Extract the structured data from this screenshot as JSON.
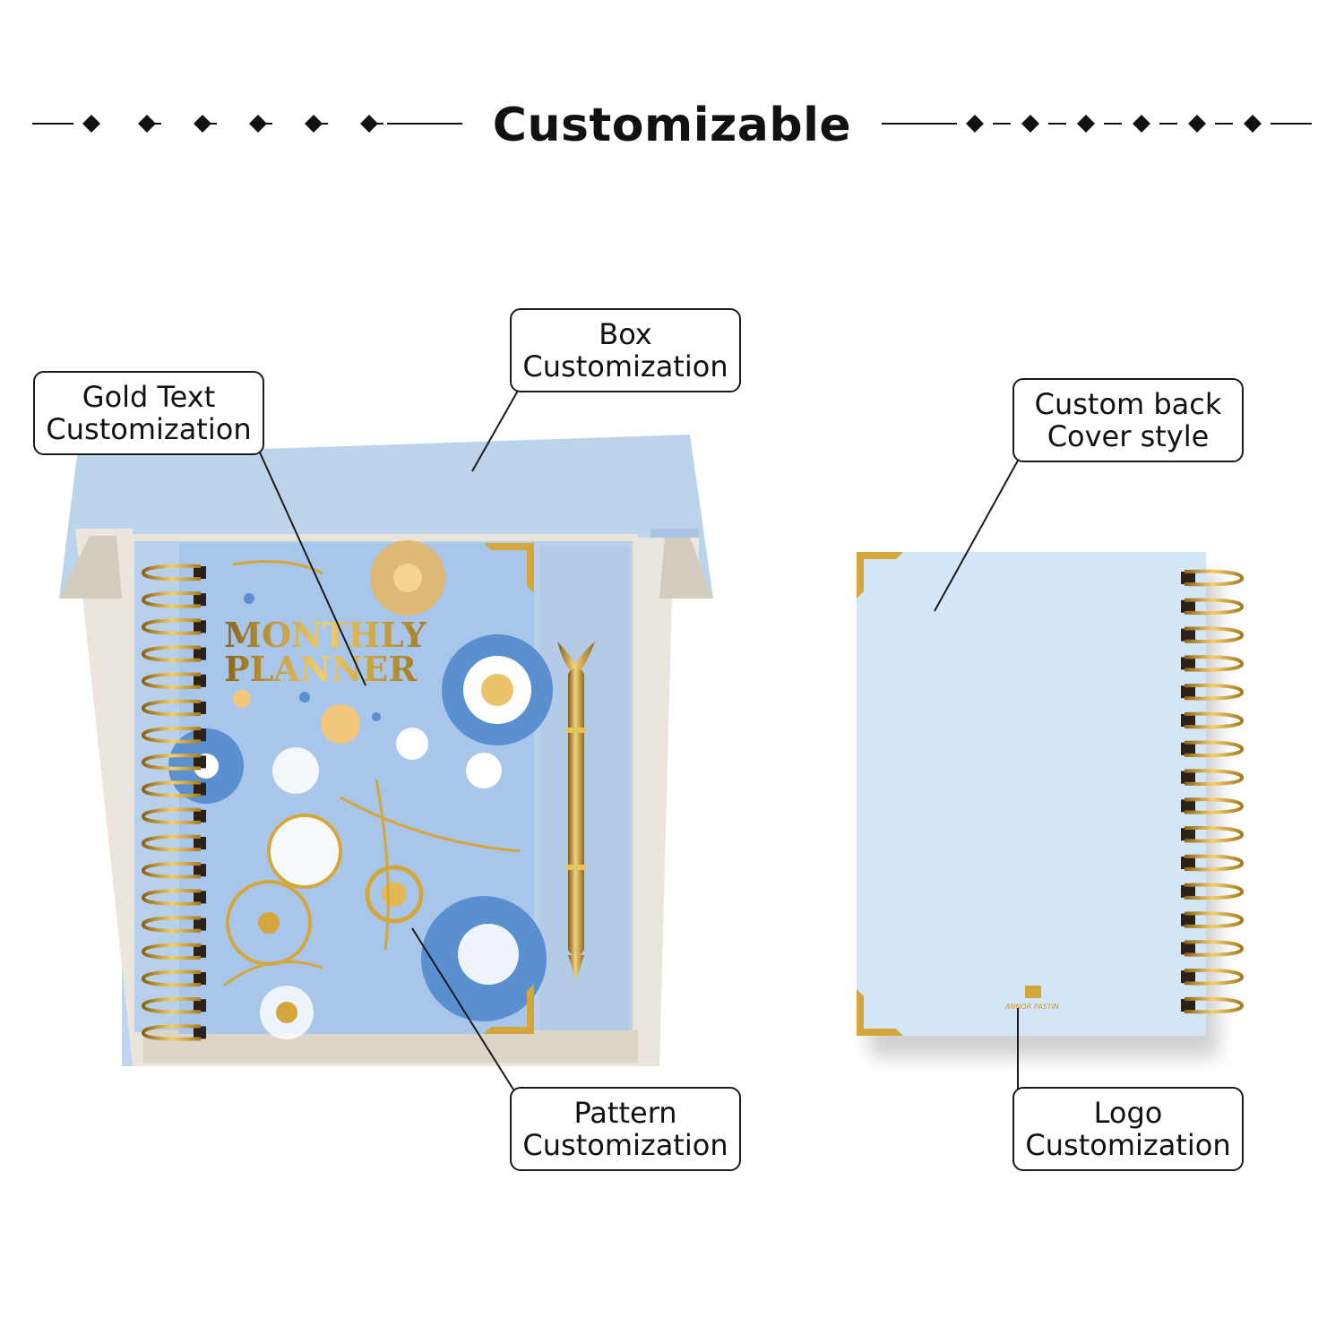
{
  "heading": "Customizable",
  "callouts": {
    "gold_text": [
      "Gold Text",
      "Customization"
    ],
    "box": [
      "Box",
      "Customization"
    ],
    "back_cover": [
      "Custom back",
      "Cover style"
    ],
    "pattern": [
      "Pattern",
      "Customization"
    ],
    "logo": [
      "Logo",
      "Customization"
    ]
  },
  "planner": {
    "title_line1": "MONTHLY",
    "title_line2": "PLANNER"
  },
  "back_logo_text": "ANNOR PASTIN",
  "colors": {
    "box_blue": "#bcd3ec",
    "cover_blue": "#a7c6e9",
    "back_cover_blue": "#d3e6f8",
    "gold": "#d4a63c",
    "flower_blue": "#5a8fd0",
    "outline": "#1a1a1a"
  },
  "icons": [
    "diamond-divider",
    "gold-corner-icon",
    "spiral-binding",
    "mermaid-pen"
  ]
}
